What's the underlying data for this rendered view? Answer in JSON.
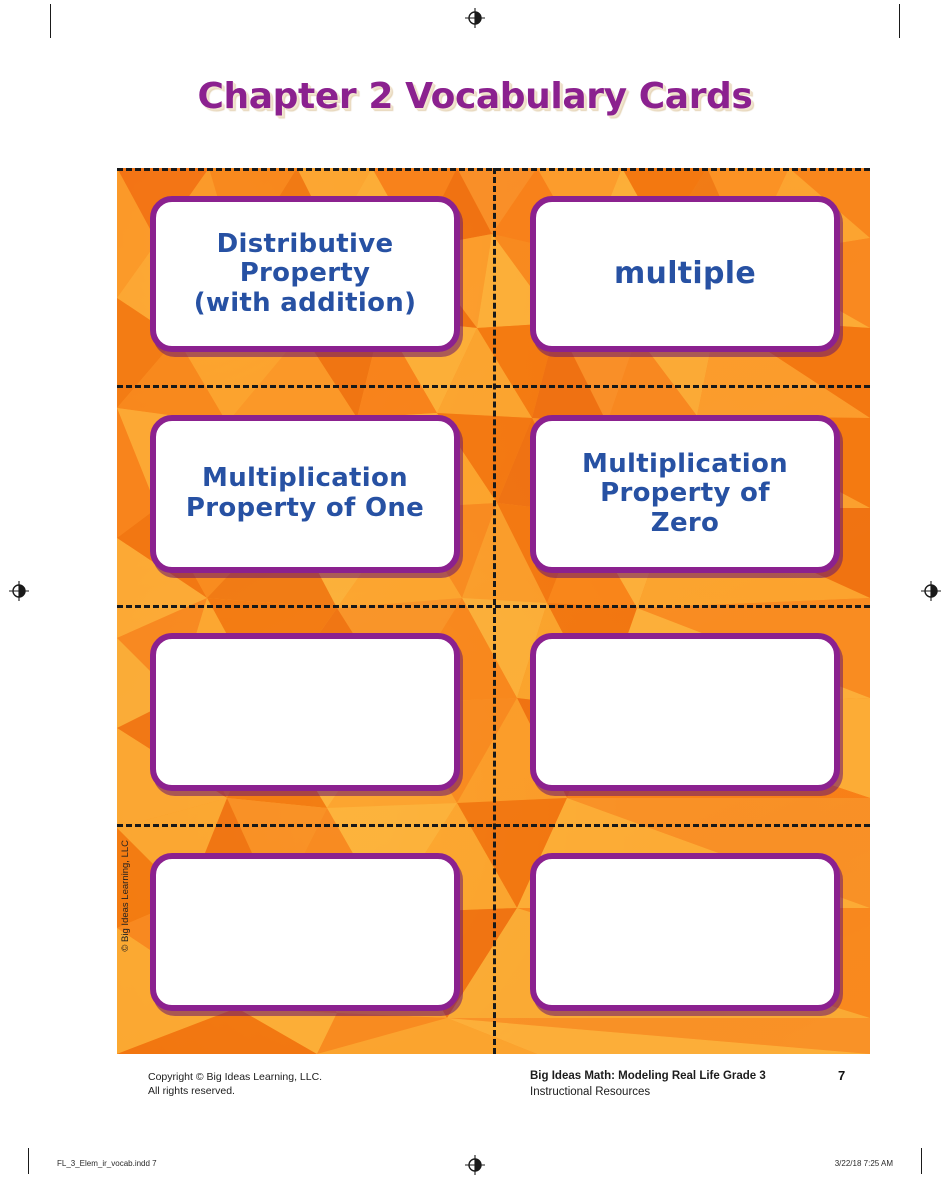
{
  "page": {
    "title": "Chapter 2 Vocabulary Cards",
    "title_color": "#8b218f",
    "card_border_color": "#8b218f",
    "card_text_color": "#2751a3",
    "sheet_background_color": "#f9871c"
  },
  "cards": [
    {
      "text": "Distributive\nProperty\n(with addition)",
      "size": "md",
      "empty": false
    },
    {
      "text": "multiple",
      "size": "lg",
      "empty": false
    },
    {
      "text": "Multiplication\nProperty of One",
      "size": "md",
      "empty": false
    },
    {
      "text": "Multiplication\nProperty of\nZero",
      "size": "md",
      "empty": false
    },
    {
      "text": "",
      "size": "md",
      "empty": true
    },
    {
      "text": "",
      "size": "md",
      "empty": true
    },
    {
      "text": "",
      "size": "md",
      "empty": true
    },
    {
      "text": "",
      "size": "md",
      "empty": true
    }
  ],
  "sheet_credit": "© Big Ideas Learning, LLC",
  "footer": {
    "copyright_line1": "Copyright © Big Ideas Learning, LLC.",
    "copyright_line2": "All rights reserved.",
    "book_title": "Big Ideas Math: Modeling Real Life Grade 3",
    "book_subtitle": "Instructional Resources",
    "page_number": "7"
  },
  "print_slug": {
    "file": "FL_3_Elem_ir_vocab.indd   7",
    "timestamp": "3/22/18   7:25 AM"
  },
  "icons": {
    "registration_mark": "registration-mark",
    "crop_mark": "crop-mark"
  }
}
